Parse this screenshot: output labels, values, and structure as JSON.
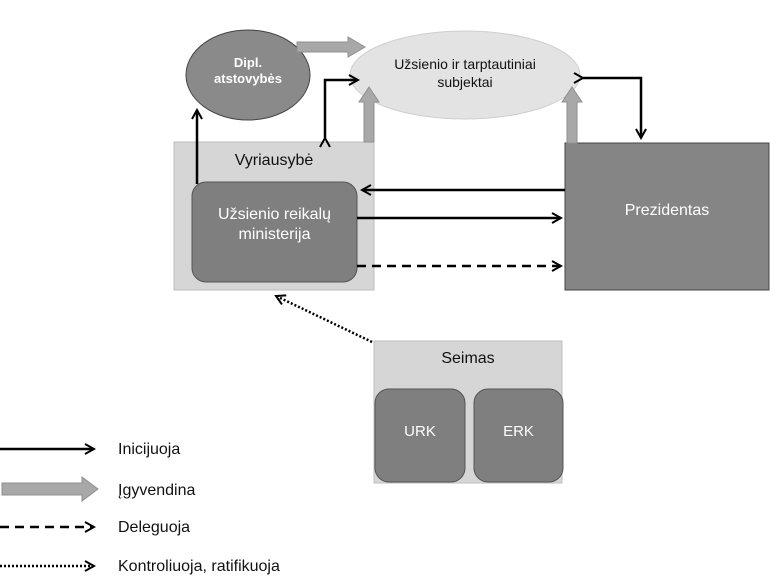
{
  "nodes": {
    "dipl": {
      "line1": "Dipl.",
      "line2": "atstovybės"
    },
    "foreign_subjects": {
      "line1": "Užsienio ir tarptautiniai",
      "line2": "subjektai"
    },
    "government": {
      "label": "Vyriausybė"
    },
    "ministry": {
      "line1": "Užsienio reikalų",
      "line2": "ministerija"
    },
    "president": {
      "label": "Prezidentas"
    },
    "seimas": {
      "label": "Seimas"
    },
    "urk": {
      "label": "URK"
    },
    "erk": {
      "label": "ERK"
    }
  },
  "legend": {
    "initiates": "Inicijuoja",
    "implements": "Įgyvendina",
    "delegates": "Deleguoja",
    "controls": "Kontroliuoja, ratifikuoja"
  },
  "colors": {
    "ellipse_dark": "#8a8a8a",
    "ellipse_light": "#e3e3e3",
    "box_light": "#d6d6d6",
    "box_dark": "#7f7f7f",
    "president": "#858585",
    "thick_arrow": "#a8a8a8",
    "line": "#000000"
  }
}
